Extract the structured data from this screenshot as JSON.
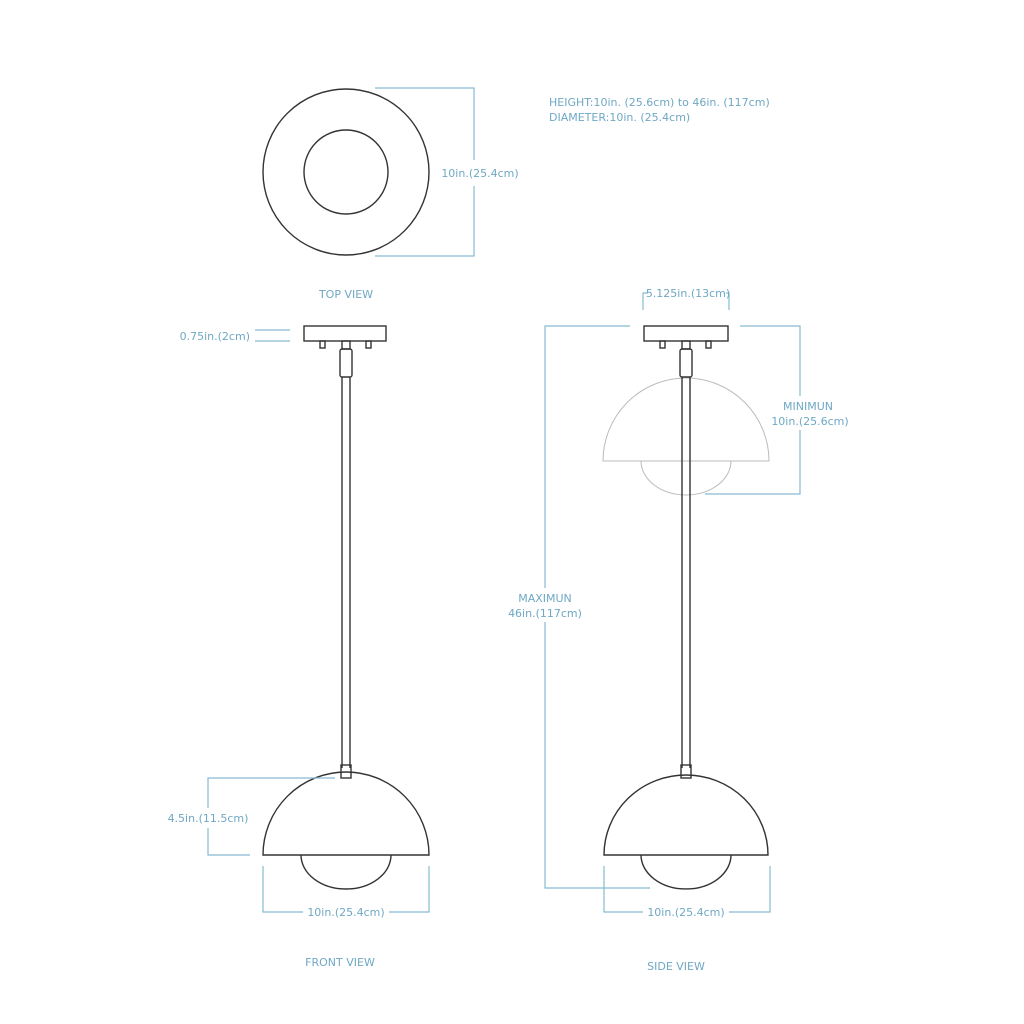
{
  "specs": {
    "height": "HEIGHT:10in. (25.6cm) to 46in. (117cm)",
    "diameter": "DIAMETER:10in. (25.4cm)"
  },
  "top_view": {
    "title": "TOP VIEW",
    "diameter": "10in.(25.4cm)"
  },
  "front_view": {
    "title": "FRONT VIEW",
    "canopy_height": "0.75in.(2cm)",
    "shade_height": "4.5in.(11.5cm)",
    "shade_width": "10in.(25.4cm)"
  },
  "side_view": {
    "title": "SIDE VIEW",
    "canopy_width": "5.125in.(13cm)",
    "minimum_label": "MINIMUN",
    "minimum_value": "10in.(25.6cm)",
    "maximum_label": "MAXIMUN",
    "maximum_value": "46in.(117cm)",
    "shade_width": "10in.(25.4cm)"
  }
}
